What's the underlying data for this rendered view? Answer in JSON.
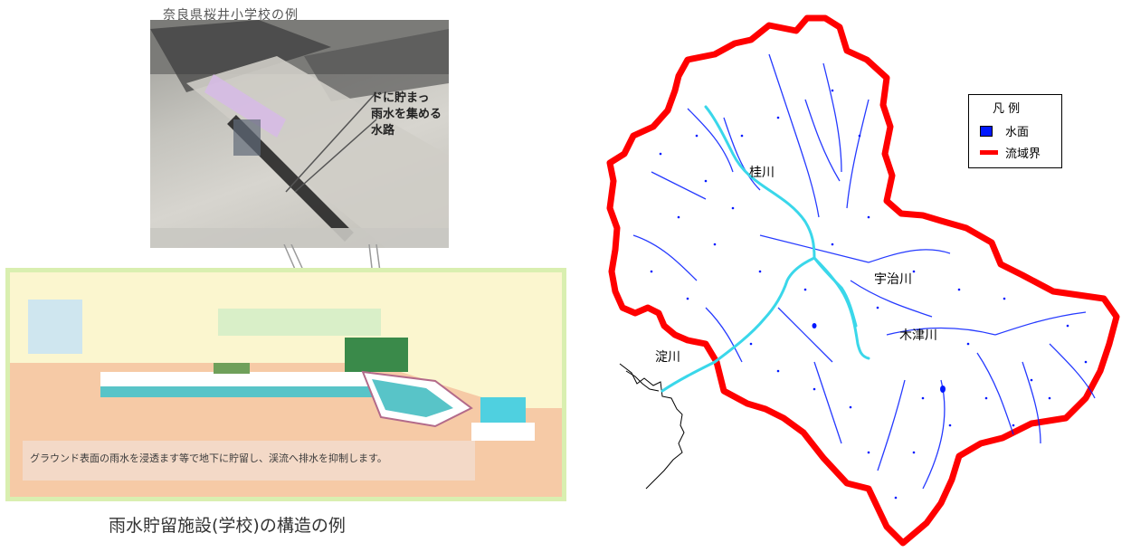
{
  "left_panel": {
    "photo_caption": "奈良県桜井小学校の例",
    "photo_callout": [
      "ドに貯まっ",
      "雨水を集める",
      "水路"
    ],
    "diagram_note": "グラウンド表面の雨水を浸透ます等で地下に貯留し、渓流へ排水を抑制します。",
    "caption": "雨水貯留施設(学校)の構造の例"
  },
  "map": {
    "legend": {
      "title": "凡 例",
      "water_label": "水面",
      "boundary_label": "流域界"
    },
    "river_labels": {
      "katsura": "桂川",
      "uji": "宇治川",
      "kizu": "木津川",
      "yodo": "淀川"
    },
    "colors": {
      "boundary": "#ff0000",
      "water": "#0018ff",
      "main_river": "#3ad7ea",
      "outline": "#000000"
    }
  }
}
